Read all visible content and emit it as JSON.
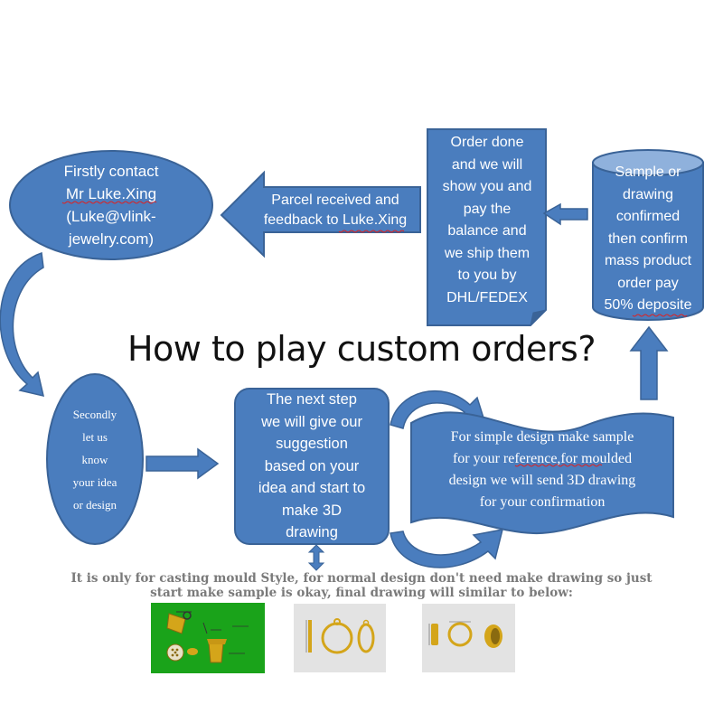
{
  "title": "How to play custom orders?",
  "colors": {
    "shape_fill": "#4a7dbe",
    "shape_stroke": "#3a6397",
    "cylinder_top": "#8fb1dc",
    "thumb1_bg": "#1aa31a",
    "thumb_bg": "#e3e3e3",
    "gold": "#d4a51a"
  },
  "steps": {
    "contact": [
      "Firstly contact",
      "Mr Luke.Xing",
      "(Luke@vlink-",
      "jewelry.com)"
    ],
    "parcel": [
      "Parcel received and",
      "feedback to Luke.Xing"
    ],
    "order_done": [
      "Order done",
      "and we will",
      "show you and",
      "pay the",
      "balance and",
      "we ship them",
      "to you by",
      "DHL/FEDEX"
    ],
    "sample": [
      "Sample or",
      "drawing",
      "confirmed",
      "then confirm",
      "mass product",
      "order pay",
      "50% deposite"
    ],
    "secondly": [
      "Secondly",
      "let us",
      "know",
      "your idea",
      "or design"
    ],
    "next_step": [
      "The next step",
      "we will give our",
      "suggestion",
      "based on your",
      "idea and start to",
      "make 3D",
      "drawing"
    ],
    "simple_design": [
      "For simple design make sample",
      "for your reference,for moulded",
      "design we will send 3D drawing",
      "for your confirmation"
    ]
  },
  "note": [
    "It is only for casting mould Style, for normal design don't need make drawing so just",
    "start make sample is okay, final drawing will similar to below:"
  ],
  "icons": [
    "block-arrow-left-icon",
    "block-arrow-right-icon",
    "block-arrow-up-icon",
    "double-arrow-vertical-icon",
    "curved-arrow-icon"
  ]
}
